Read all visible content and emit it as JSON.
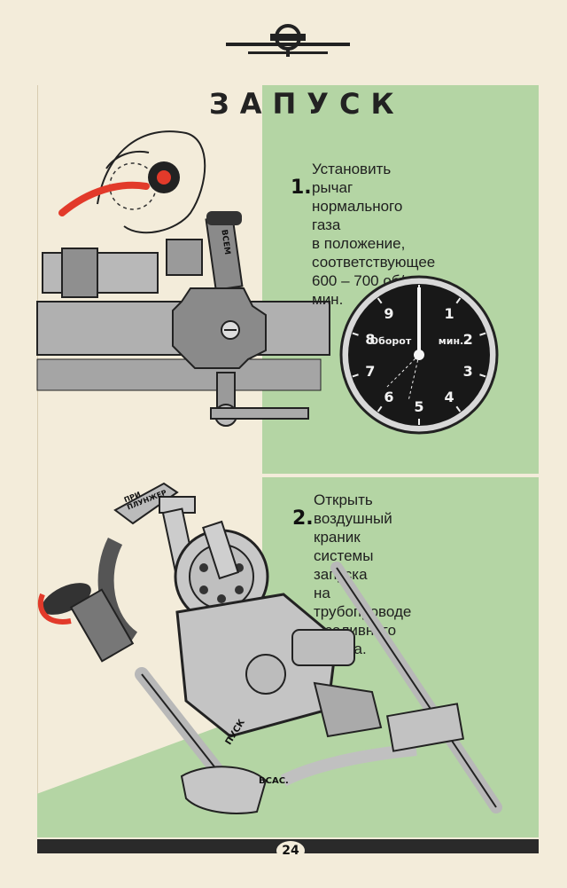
{
  "page": {
    "title": "ЗАПУСК",
    "page_number": "24"
  },
  "steps": [
    {
      "number": "1.",
      "text": "Установить рычаг\nнормального газа\nв положение,\nсоответствующее\n600 – 700 об/мин."
    },
    {
      "number": "2.",
      "text": "Открыть воздушный\nкраник системы запуска\nна трубопроводе\nу заливного насоса."
    }
  ],
  "gauge": {
    "label_left": "Оборот",
    "label_right": "мин.",
    "numbers": [
      "1",
      "2",
      "3",
      "4",
      "5",
      "6",
      "7",
      "8",
      "9"
    ],
    "needle_value": 6.5
  },
  "labels": {
    "lever_mark": "ВСЕМ",
    "plunger": "ПРИ ПЛУНЖЕР",
    "start": "ПУСК",
    "vsas": "ВСАС."
  },
  "colors": {
    "green": "#b4d5a4",
    "paper": "#f3ecda",
    "accent_red": "#e23a2a",
    "ink": "#222222"
  }
}
